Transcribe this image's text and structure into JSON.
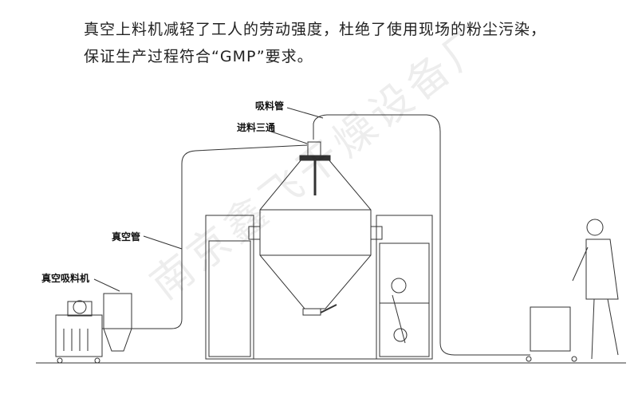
{
  "caption": {
    "line1": "真空上料机减轻了工人的劳动强度，杜绝了使用现场的粉尘污染，",
    "line2": "保证生产过程符合“GMP”要求。"
  },
  "labels": {
    "suction_pipe": "吸料管",
    "feed_tee": "进料三通",
    "vacuum_pipe": "真空管",
    "vacuum_loader": "真空吸料机"
  },
  "watermark": "南京鑫飞干燥设备厂"
}
